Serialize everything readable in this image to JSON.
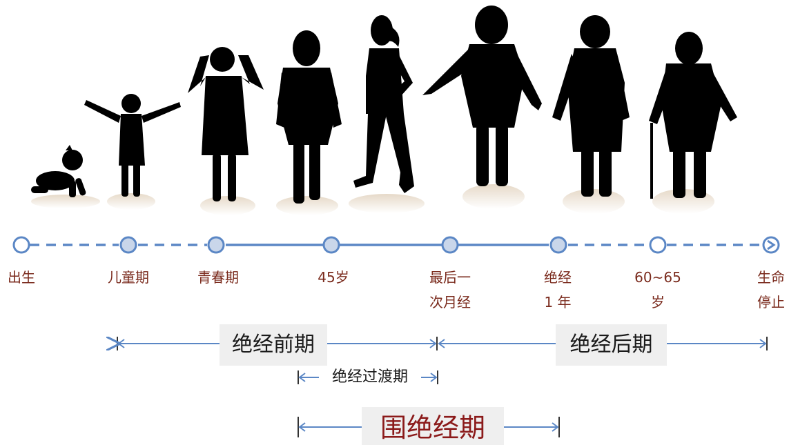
{
  "figures": [
    {
      "stage": "baby"
    },
    {
      "stage": "child"
    },
    {
      "stage": "teen"
    },
    {
      "stage": "woman"
    },
    {
      "stage": "young-woman"
    },
    {
      "stage": "adult-woman"
    },
    {
      "stage": "older-woman"
    },
    {
      "stage": "elderly-woman"
    }
  ],
  "timeline": {
    "line_color": "#5b87c5",
    "points": [
      {
        "id": "birth",
        "label": [
          "出生"
        ]
      },
      {
        "id": "childhood",
        "label": [
          "儿童期"
        ]
      },
      {
        "id": "puberty",
        "label": [
          "青春期"
        ]
      },
      {
        "id": "age45",
        "label": [
          "45岁"
        ]
      },
      {
        "id": "last-menses",
        "label": [
          "最后一",
          "次月经"
        ]
      },
      {
        "id": "one-year-after",
        "label": [
          "绝经",
          "1 年"
        ]
      },
      {
        "id": "age60-65",
        "label": [
          "60~65",
          "岁"
        ]
      },
      {
        "id": "death",
        "label": [
          "生命",
          "停止"
        ]
      }
    ]
  },
  "periods": {
    "premenopause": "绝经前期",
    "postmenopause": "绝经后期",
    "transition": "绝经过渡期",
    "perimenopause": "围绝经期"
  },
  "colors": {
    "label_text": "#7a2a1c",
    "perimenopause_text": "#8b1a1a",
    "box_bg": "#efefef",
    "silhouette": "#000000",
    "shadow": "#e8dccd"
  }
}
